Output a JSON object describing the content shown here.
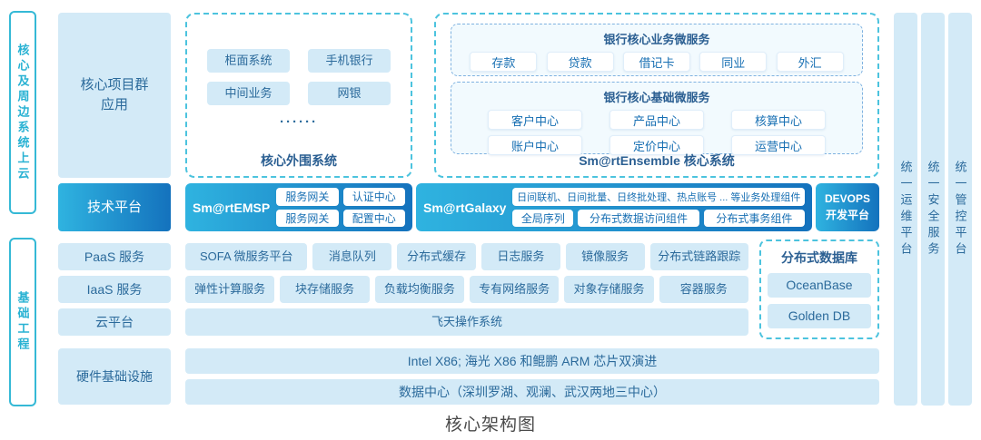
{
  "diagram_title": "核心架构图",
  "colors": {
    "accent_cyan": "#35b9d6",
    "light_blue": "#d3eaf7",
    "dark_blue_text": "#2b6a9b",
    "gradient_start": "#2fb3e0",
    "gradient_end": "#1472bd"
  },
  "left_rails": [
    {
      "label": "核心及周边系统上云"
    },
    {
      "label": "基础工程"
    }
  ],
  "left_column": {
    "core_apps": "核心项目群应用",
    "tech_platform": "技术平台",
    "paas": "PaaS 服务",
    "iaas": "IaaS 服务",
    "cloud": "云平台",
    "hardware": "硬件基础设施"
  },
  "peripheral": {
    "title": "核心外围系统",
    "items": [
      "柜面系统",
      "手机银行",
      "中间业务",
      "网银"
    ],
    "ellipsis": "······"
  },
  "ensemble": {
    "title": "Sm@rtEnsemble 核心系统",
    "business": {
      "title": "银行核心业务微服务",
      "items": [
        "存款",
        "贷款",
        "借记卡",
        "同业",
        "外汇"
      ]
    },
    "base": {
      "title": "银行核心基础微服务",
      "rows": [
        [
          "客户中心",
          "产品中心",
          "核算中心"
        ],
        [
          "账户中心",
          "定价中心",
          "运营中心"
        ]
      ]
    }
  },
  "tech_row": {
    "emsp": {
      "name": "Sm@rtEMSP",
      "chips": [
        "服务网关",
        "认证中心",
        "服务网关",
        "配置中心"
      ]
    },
    "galaxy": {
      "name": "Sm@rtGalaxy",
      "banner": "日间联机、日间批量、日终批处理、热点账号 ... 等业务处理组件",
      "chips": [
        "全局序列",
        "分布式数据访问组件",
        "分布式事务组件"
      ]
    },
    "devops": {
      "line1": "DEVOPS",
      "line2": "开发平台"
    }
  },
  "paas_row": [
    "SOFA 微服务平台",
    "消息队列",
    "分布式缓存",
    "日志服务",
    "镜像服务",
    "分布式链路跟踪"
  ],
  "iaas_row": [
    "弹性计算服务",
    "块存储服务",
    "负载均衡服务",
    "专有网络服务",
    "对象存储服务",
    "容器服务"
  ],
  "cloud_row": "飞天操作系统",
  "database": {
    "title": "分布式数据库",
    "items": [
      "OceanBase",
      "Golden DB"
    ]
  },
  "hardware_rows": [
    "Intel X86; 海光 X86 和鲲鹏 ARM 芯片双演进",
    "数据中心（深圳罗湖、观澜、武汉两地三中心）"
  ],
  "right_rails": [
    "统一运维平台",
    "统一安全服务",
    "统一管控平台"
  ]
}
